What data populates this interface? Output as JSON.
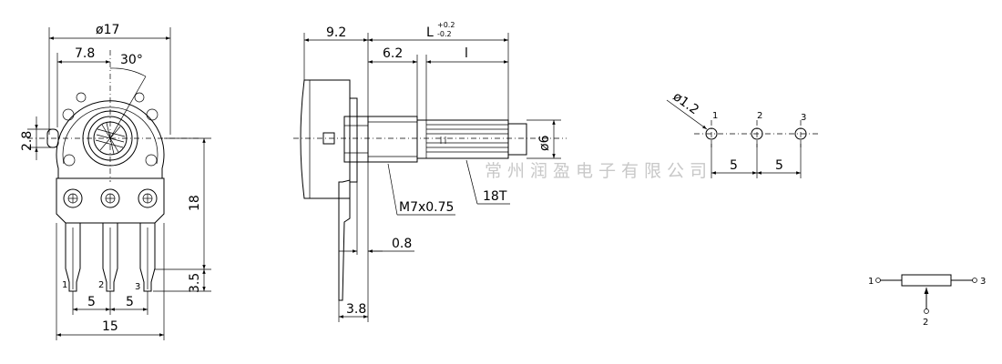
{
  "front_view": {
    "dia_total": "ø17",
    "half_width": "7.8",
    "angle": "30°",
    "slot": "2.8",
    "height": "18",
    "pin_len": "3.5",
    "pitch_a": "5",
    "pitch_b": "5",
    "width": "15",
    "pin_1": "1",
    "pin_2": "2",
    "pin_3": "3"
  },
  "side_view": {
    "body_len": "9.2",
    "shaft_len_base": "L",
    "tol_plus": "+0.2",
    "tol_minus": "-0.2",
    "bushing_len": "6.2",
    "knurl_len": "l",
    "shaft_dia": "ø6",
    "thread": "M7x0.75",
    "knurl": "18T",
    "terminal_thick": "0.8",
    "terminal_len": "3.8"
  },
  "pcb_layout": {
    "hole_dia": "ø1.2",
    "pin_1": "1",
    "pin_2": "2",
    "pin_3": "3",
    "pitch_a": "5",
    "pitch_b": "5"
  },
  "watermark": "常州润盈电子有限公司",
  "schematic": {
    "pin_1": "1",
    "pin_2": "2",
    "pin_3": "3"
  }
}
